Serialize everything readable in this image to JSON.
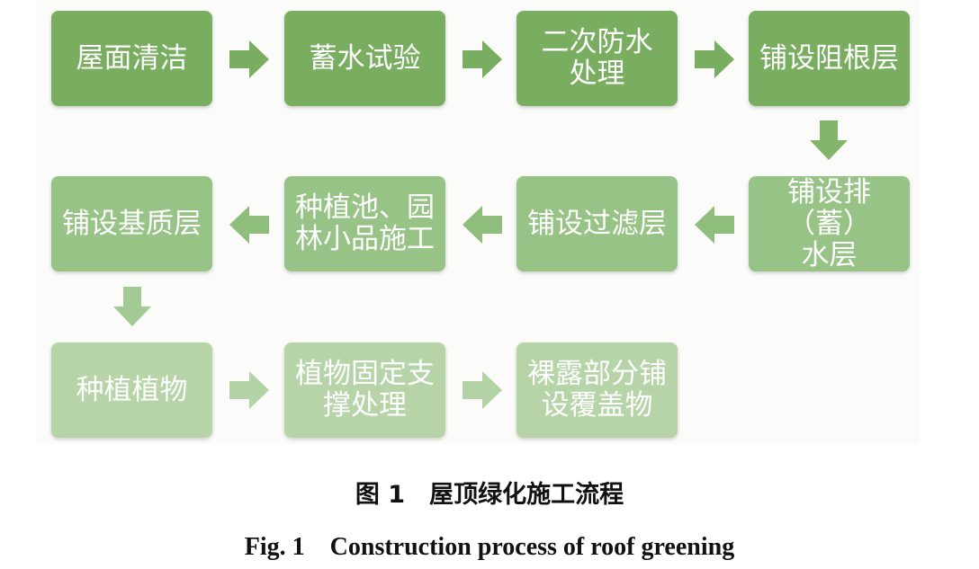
{
  "steps": [
    {
      "id": "roof-cleaning",
      "label": "屋面清洁"
    },
    {
      "id": "water-storage-test",
      "label": "蓄水试验"
    },
    {
      "id": "secondary-waterproofing",
      "label": "二次防水\n处理"
    },
    {
      "id": "root-barrier",
      "label": "铺设阻根层"
    },
    {
      "id": "drainage-layer",
      "label": "铺设排（蓄）\n水层"
    },
    {
      "id": "filter-layer",
      "label": "铺设过滤层"
    },
    {
      "id": "planting-pool",
      "label": "种植池、园\n林小品施工"
    },
    {
      "id": "substrate-layer",
      "label": "铺设基质层"
    },
    {
      "id": "planting",
      "label": "种植植物"
    },
    {
      "id": "plant-support",
      "label": "植物固定支\n撑处理"
    },
    {
      "id": "cover-exposed",
      "label": "裸露部分铺\n设覆盖物"
    }
  ],
  "caption": {
    "zh": "图 1　屋顶绿化施工流程",
    "en": "Fig. 1　Construction process of roof greening"
  },
  "colors": {
    "row1": "#79ad5f",
    "row2": "#98c386",
    "row3": "#b6d4a8",
    "arrow1": "#79ad5f",
    "arrow2": "#8fbd7c",
    "arrow3": "#b3d2a5"
  }
}
